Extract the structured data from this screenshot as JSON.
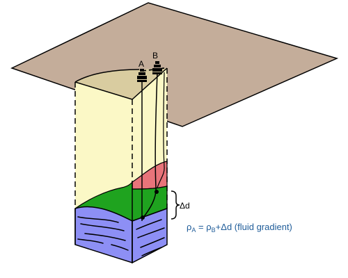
{
  "labels": {
    "well_a": "A",
    "well_b": "B",
    "delta_d": "Δd"
  },
  "formula": {
    "rho": "ρ",
    "sub_a": "A",
    "eq": " = ",
    "sub_b": "B",
    "rest": "+Δd (fluid gradient)"
  },
  "colors": {
    "surface": "#c4ad9a",
    "column": "#fbf8c6",
    "gas": "#e8747a",
    "oil": "#1fa31f",
    "water": "#8d8ff5",
    "formula_text": "#1f5c99"
  }
}
